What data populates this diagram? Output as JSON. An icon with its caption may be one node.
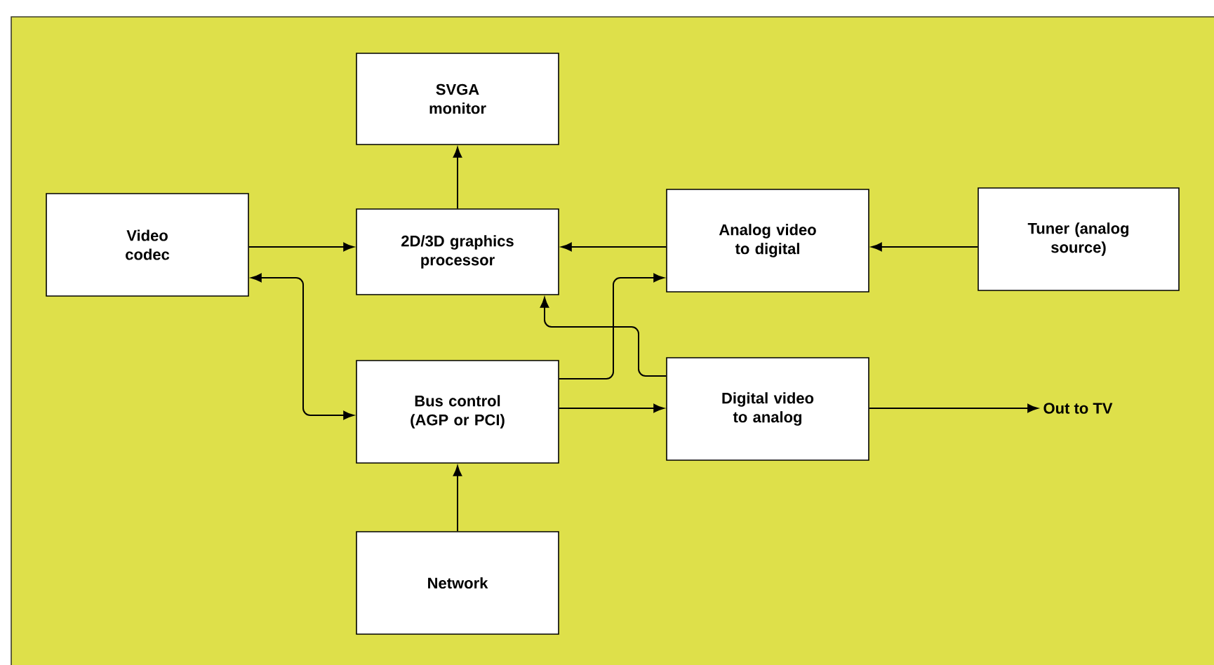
{
  "diagram": {
    "nodes": [
      {
        "text": [
          "SVGA monitor"
        ]
      },
      {
        "text": [
          "Video codec"
        ]
      },
      {
        "text": [
          "2D/3D graphics processor"
        ]
      },
      {
        "text": [
          "Analog video to digital"
        ]
      },
      {
        "text": [
          "Tuner (analog source)"
        ]
      },
      {
        "text": [
          "Bus control (AGP or PCI)"
        ]
      },
      {
        "text": [
          "Digital video to analog"
        ]
      },
      {
        "text": [
          "Network"
        ]
      },
      {
        "text": [
          "Out to TV"
        ]
      }
    ],
    "edges": [
      {
        "from": 2,
        "to": 0,
        "arrow": "to"
      },
      {
        "from": 1,
        "to": 2,
        "arrow": "to"
      },
      {
        "from": 3,
        "to": 2,
        "arrow": "to"
      },
      {
        "from": 4,
        "to": 3,
        "arrow": "to"
      },
      {
        "from": 5,
        "to": 1,
        "arrow": "both"
      },
      {
        "from": 5,
        "to": 3,
        "arrow": "to"
      },
      {
        "from": 6,
        "to": 2,
        "arrow": "to"
      },
      {
        "from": 5,
        "to": 6,
        "arrow": "to"
      },
      {
        "from": 7,
        "to": 5,
        "arrow": "to"
      },
      {
        "from": 6,
        "to": 8,
        "arrow": "to"
      }
    ]
  }
}
